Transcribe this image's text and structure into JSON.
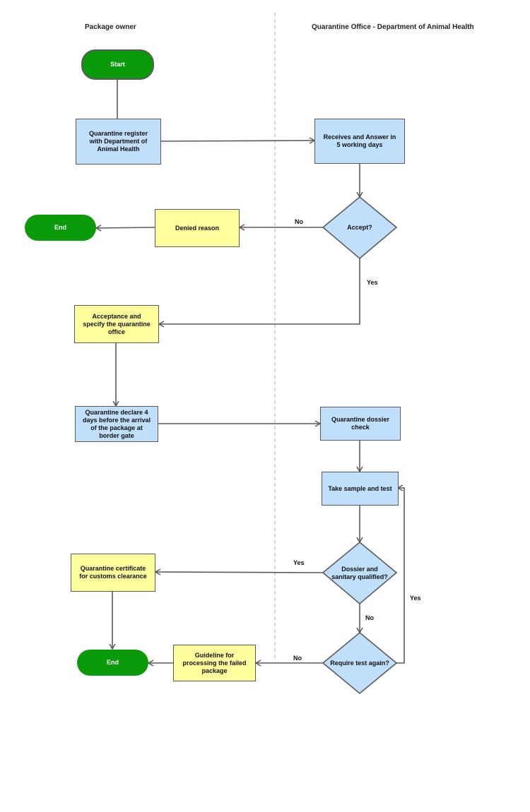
{
  "lanes": {
    "left": "Package owner",
    "right": "Quarantine Office - Department of Animal Health"
  },
  "nodes": {
    "start": "Start",
    "register": "Quarantine register\nwith Department of\nAnimal Health",
    "receives": "Receives and Answer in\n5 working days",
    "accept": "Accept?",
    "denied": "Denied reason",
    "end1": "End",
    "acceptance": "Acceptance and\nspecify the quarantine\noffice",
    "declare": "Quarantine declare 4\ndays before the arrival\nof the package at\nborder gate",
    "dossier_check": "Quarantine dossier\ncheck",
    "sample": "Take sample and test",
    "qualified": "Dossier and\nsanitary qualified?",
    "certificate": "Quarantine certificate\nfor customs clearance",
    "require": "Require test again?",
    "guideline": "Guideline for\nprocessing the failed\npackage",
    "end2": "End"
  },
  "edges": {
    "accept_no": "No",
    "accept_yes": "Yes",
    "qualified_yes": "Yes",
    "qualified_no": "No",
    "require_no": "No",
    "require_yes": "Yes"
  },
  "colors": {
    "terminal": "#0a9a0a",
    "process_blue": "#bfdffb",
    "process_yellow": "#ffff9e",
    "stroke": "#5a5a5a",
    "divider": "#bbbbbb"
  }
}
